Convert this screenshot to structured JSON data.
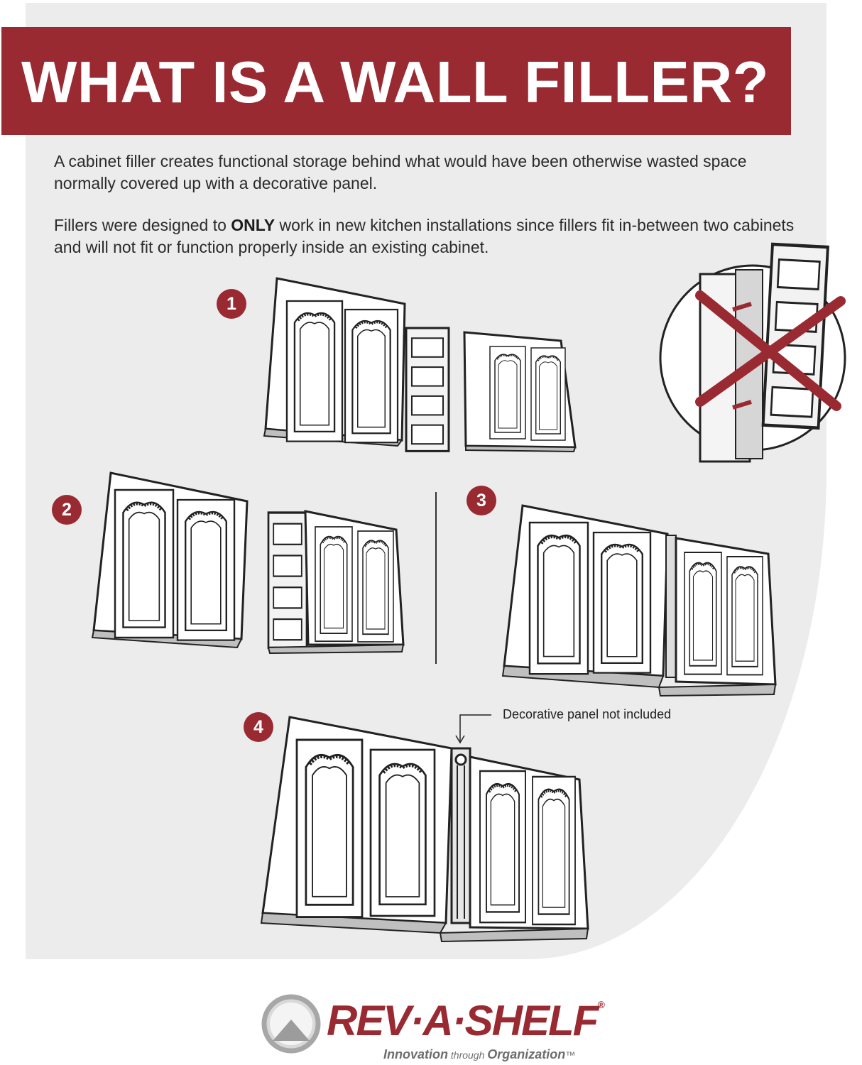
{
  "header": {
    "title": "WHAT IS A WALL FILLER?"
  },
  "intro": {
    "paragraph1": "A cabinet filler creates functional storage behind what would have been otherwise wasted space normally covered up with a decorative panel.",
    "paragraph2_before": "Fillers were designed to ",
    "paragraph2_emphasis": "ONLY",
    "paragraph2_after": " work in new kitchen installations since fillers fit in-between two cabinets and will not fit or function properly inside an existing cabinet."
  },
  "steps": [
    {
      "number": "1"
    },
    {
      "number": "2"
    },
    {
      "number": "3"
    },
    {
      "number": "4"
    }
  ],
  "callout": {
    "text": "Decorative panel not included"
  },
  "logo": {
    "name": "REV·A·SHELF",
    "registered": "®",
    "tagline_part1": "Innovation",
    "tagline_part2": " through ",
    "tagline_part3": "Organization",
    "trademark": "™"
  },
  "colors": {
    "brand_red": "#9a2a32",
    "panel_gray": "#ececed",
    "text": "#2b2b2b"
  },
  "icons": {
    "no_fit_marker": "red-x-icon",
    "insert_direction": "arrow-icon"
  }
}
